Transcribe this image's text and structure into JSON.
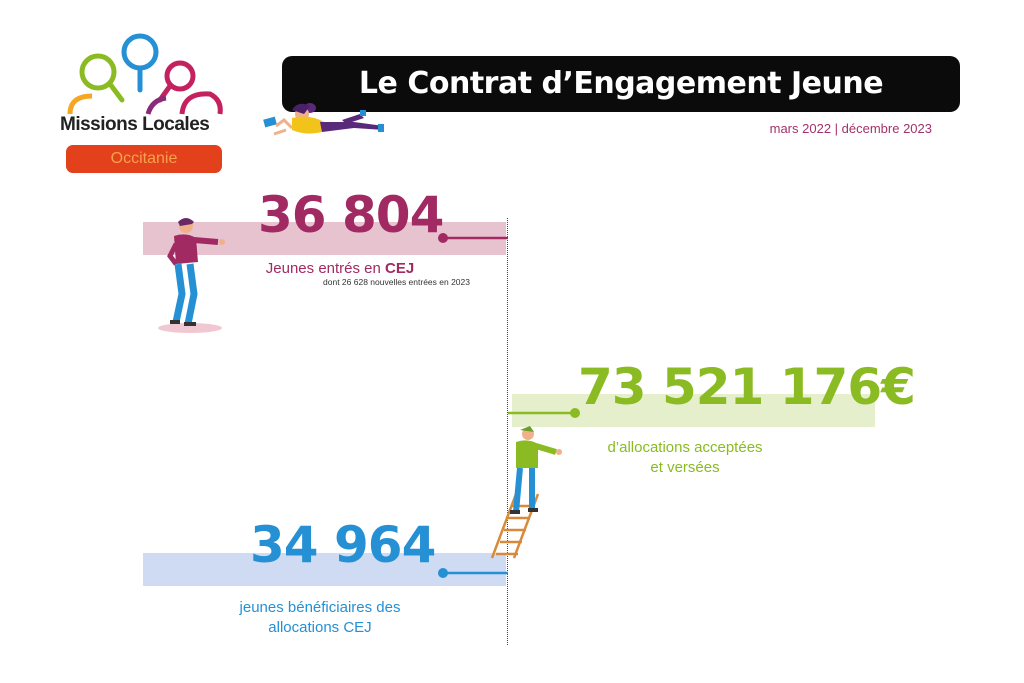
{
  "logo": {
    "name": "Missions Locales",
    "region": "Occitanie"
  },
  "header": {
    "title": "Le Contrat d’Engagement Jeune",
    "period": "mars 2022 | décembre 2023"
  },
  "stats": [
    {
      "value": "36 804",
      "caption_prefix": "Jeunes entrés en ",
      "caption_bold": "CEJ",
      "sub_caption": "dont 26 628 nouvelles entrées en 2023",
      "color": "#a12a63",
      "band_color": "#e7c3cf"
    },
    {
      "value": "73 521 176€",
      "caption_line1": "d’allocations acceptées",
      "caption_line2": "et versées",
      "color": "#8bbb22",
      "band_color": "#e5efcc"
    },
    {
      "value": "34 964",
      "caption_line1": "jeunes bénéficiaires des",
      "caption_line2": "allocations CEJ",
      "color": "#2590d3",
      "band_color": "#cedbf3"
    }
  ],
  "colors": {
    "header_bg": "#0b0b0b",
    "logo_region_bg": "#e2411c",
    "logo_region_text": "#f7a14d"
  }
}
